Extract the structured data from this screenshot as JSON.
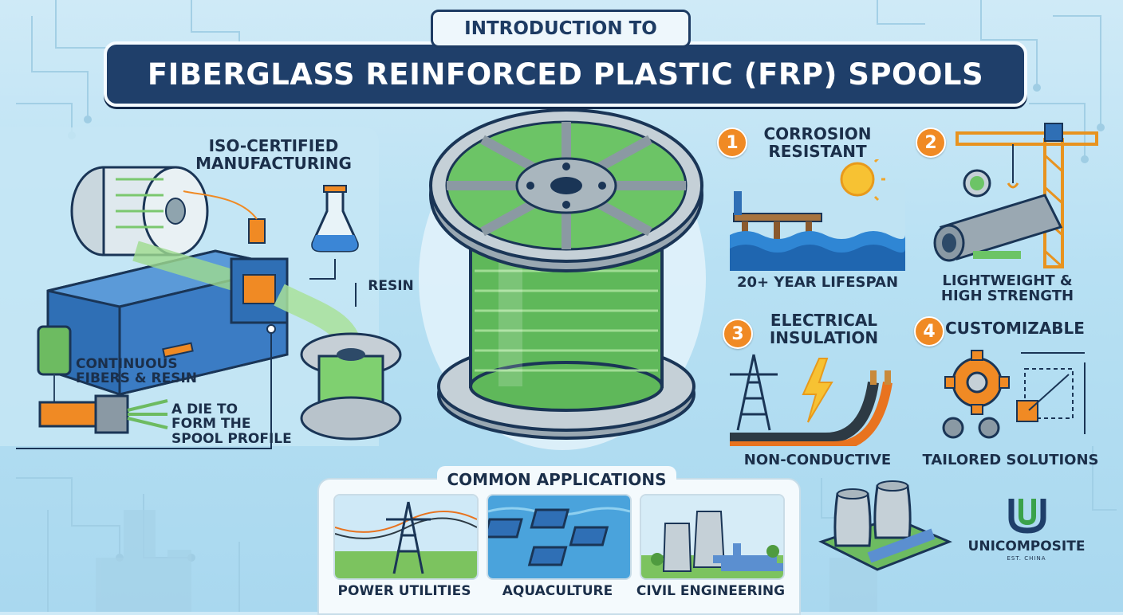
{
  "header": {
    "subtitle": "INTRODUCTION TO",
    "title": "FIBERGLASS REINFORCED PLASTIC (FRP) SPOOLS"
  },
  "manufacturing": {
    "iso_label_1": "ISO-CERTIFIED",
    "iso_label_2": "MANUFACTURING",
    "resin_label": "RESIN",
    "fibers_label_1": "CONTINUOUS",
    "fibers_label_2": "FIBERS & RESIN",
    "die_label_1": "A DIE TO",
    "die_label_2": "FORM THE",
    "die_label_3": "SPOOL PROFILE"
  },
  "benefits": [
    {
      "number": "1",
      "title_1": "CORROSION",
      "title_2": "RESISTANT",
      "caption": "20+ YEAR LIFESPAN"
    },
    {
      "number": "2",
      "caption_1": "LIGHTWEIGHT &",
      "caption_2": "HIGH STRENGTH"
    },
    {
      "number": "3",
      "title_1": "ELECTRICAL",
      "title_2": "INSULATION",
      "caption": "NON-CONDUCTIVE"
    },
    {
      "number": "4",
      "title_1": "CUSTOMIZABLE",
      "caption": "TAILORED SOLUTIONS"
    }
  ],
  "applications": {
    "title": "COMMON APPLICATIONS",
    "items": [
      {
        "label": "POWER UTILITIES"
      },
      {
        "label": "AQUACULTURE"
      },
      {
        "label": "CIVIL ENGINEERING"
      }
    ]
  },
  "brand": {
    "name": "UNICOMPOSITE",
    "tagline": "EST. CHINA"
  },
  "colors": {
    "navy": "#1f3f6a",
    "accent_orange": "#f08a24",
    "spool_green": "#6cc466",
    "background": "#b7e0f3"
  }
}
